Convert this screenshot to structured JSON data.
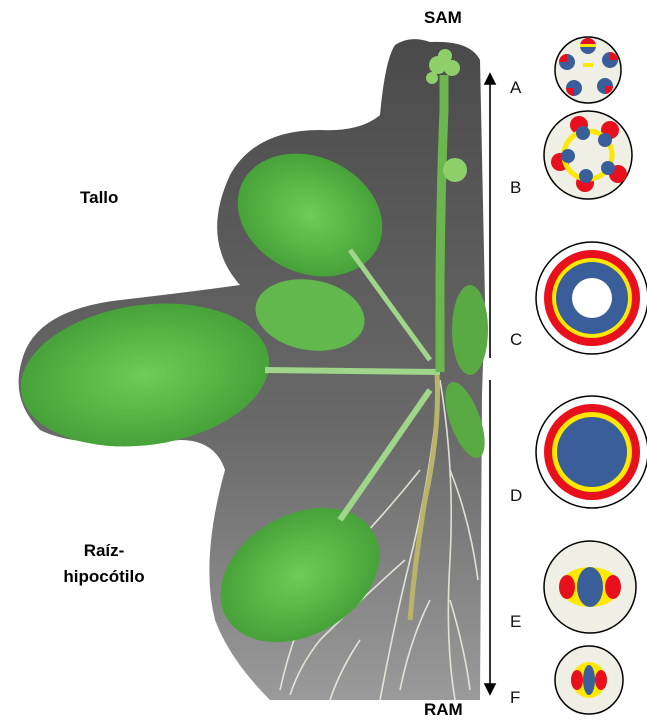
{
  "labels": {
    "sam": "SAM",
    "ram": "RAM",
    "stem": "Tallo",
    "root_line1": "Raíz-",
    "root_line2": "hipocótilo"
  },
  "sections": [
    {
      "letter": "A"
    },
    {
      "letter": "B"
    },
    {
      "letter": "C"
    },
    {
      "letter": "D"
    },
    {
      "letter": "E"
    },
    {
      "letter": "F"
    }
  ],
  "colors": {
    "outer_fill": "#efefe6",
    "ring_red": "#e8101c",
    "ring_yellow": "#ffe800",
    "core_blue": "#3a5e9a",
    "leaf_green": "#5cb848",
    "background_dark": "#5a5a5a"
  }
}
